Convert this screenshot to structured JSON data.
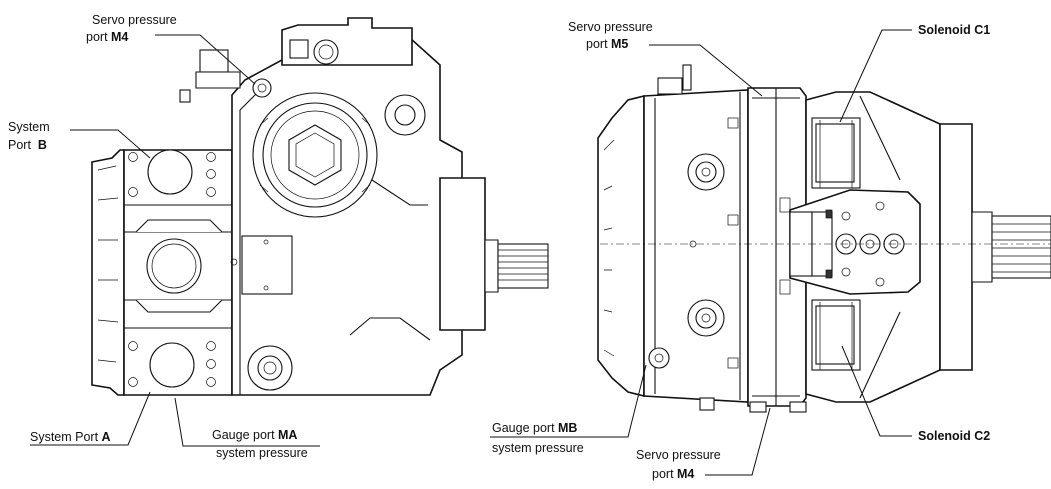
{
  "labels": {
    "left": {
      "servo_m4": {
        "line1": "Servo pressure",
        "line2_prefix": "port ",
        "line2_bold": "M4"
      },
      "system_b": {
        "line1": "System",
        "line2_prefix": "Port  ",
        "line2_bold": "B"
      },
      "system_a": {
        "prefix": "System Port ",
        "bold": "A"
      },
      "gauge_ma": {
        "line1_prefix": "Gauge port ",
        "line1_bold": "MA",
        "line2": "system pressure"
      }
    },
    "right": {
      "servo_m5": {
        "line1": "Servo pressure",
        "line2_prefix": "port ",
        "line2_bold": "M5"
      },
      "solenoid_c1": {
        "text": "Solenoid C1"
      },
      "solenoid_c2": {
        "text": "Solenoid C2"
      },
      "gauge_mb": {
        "line1_prefix": "Gauge port ",
        "line1_bold": "MB",
        "line2": "system pressure"
      },
      "servo_m4": {
        "line1": "Servo pressure",
        "line2_prefix": "port ",
        "line2_bold": "M4"
      }
    }
  }
}
